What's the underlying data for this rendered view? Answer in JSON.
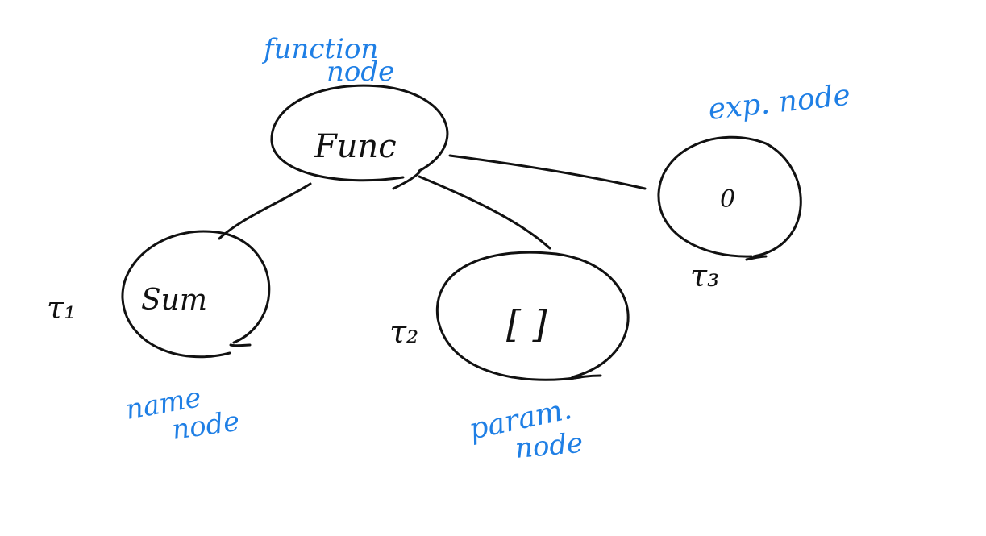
{
  "diagram": {
    "nodes": {
      "func": {
        "text": "Func"
      },
      "name": {
        "text": "Sum"
      },
      "param": {
        "text": "[ ]"
      },
      "exp": {
        "text": "0"
      }
    },
    "labels": {
      "func_label": [
        "function",
        "node"
      ],
      "name_label": [
        "name",
        "node"
      ],
      "param_label": [
        "param.",
        "node"
      ],
      "exp_label": "exp. node",
      "tau1": "τ₁",
      "tau2": "τ₂",
      "tau3": "τ₃"
    },
    "edges": [
      {
        "from": "func",
        "to": "name"
      },
      {
        "from": "func",
        "to": "param"
      },
      {
        "from": "func",
        "to": "exp"
      }
    ],
    "colors": {
      "ink": "#111111",
      "annotation": "#1f7fe5"
    }
  }
}
